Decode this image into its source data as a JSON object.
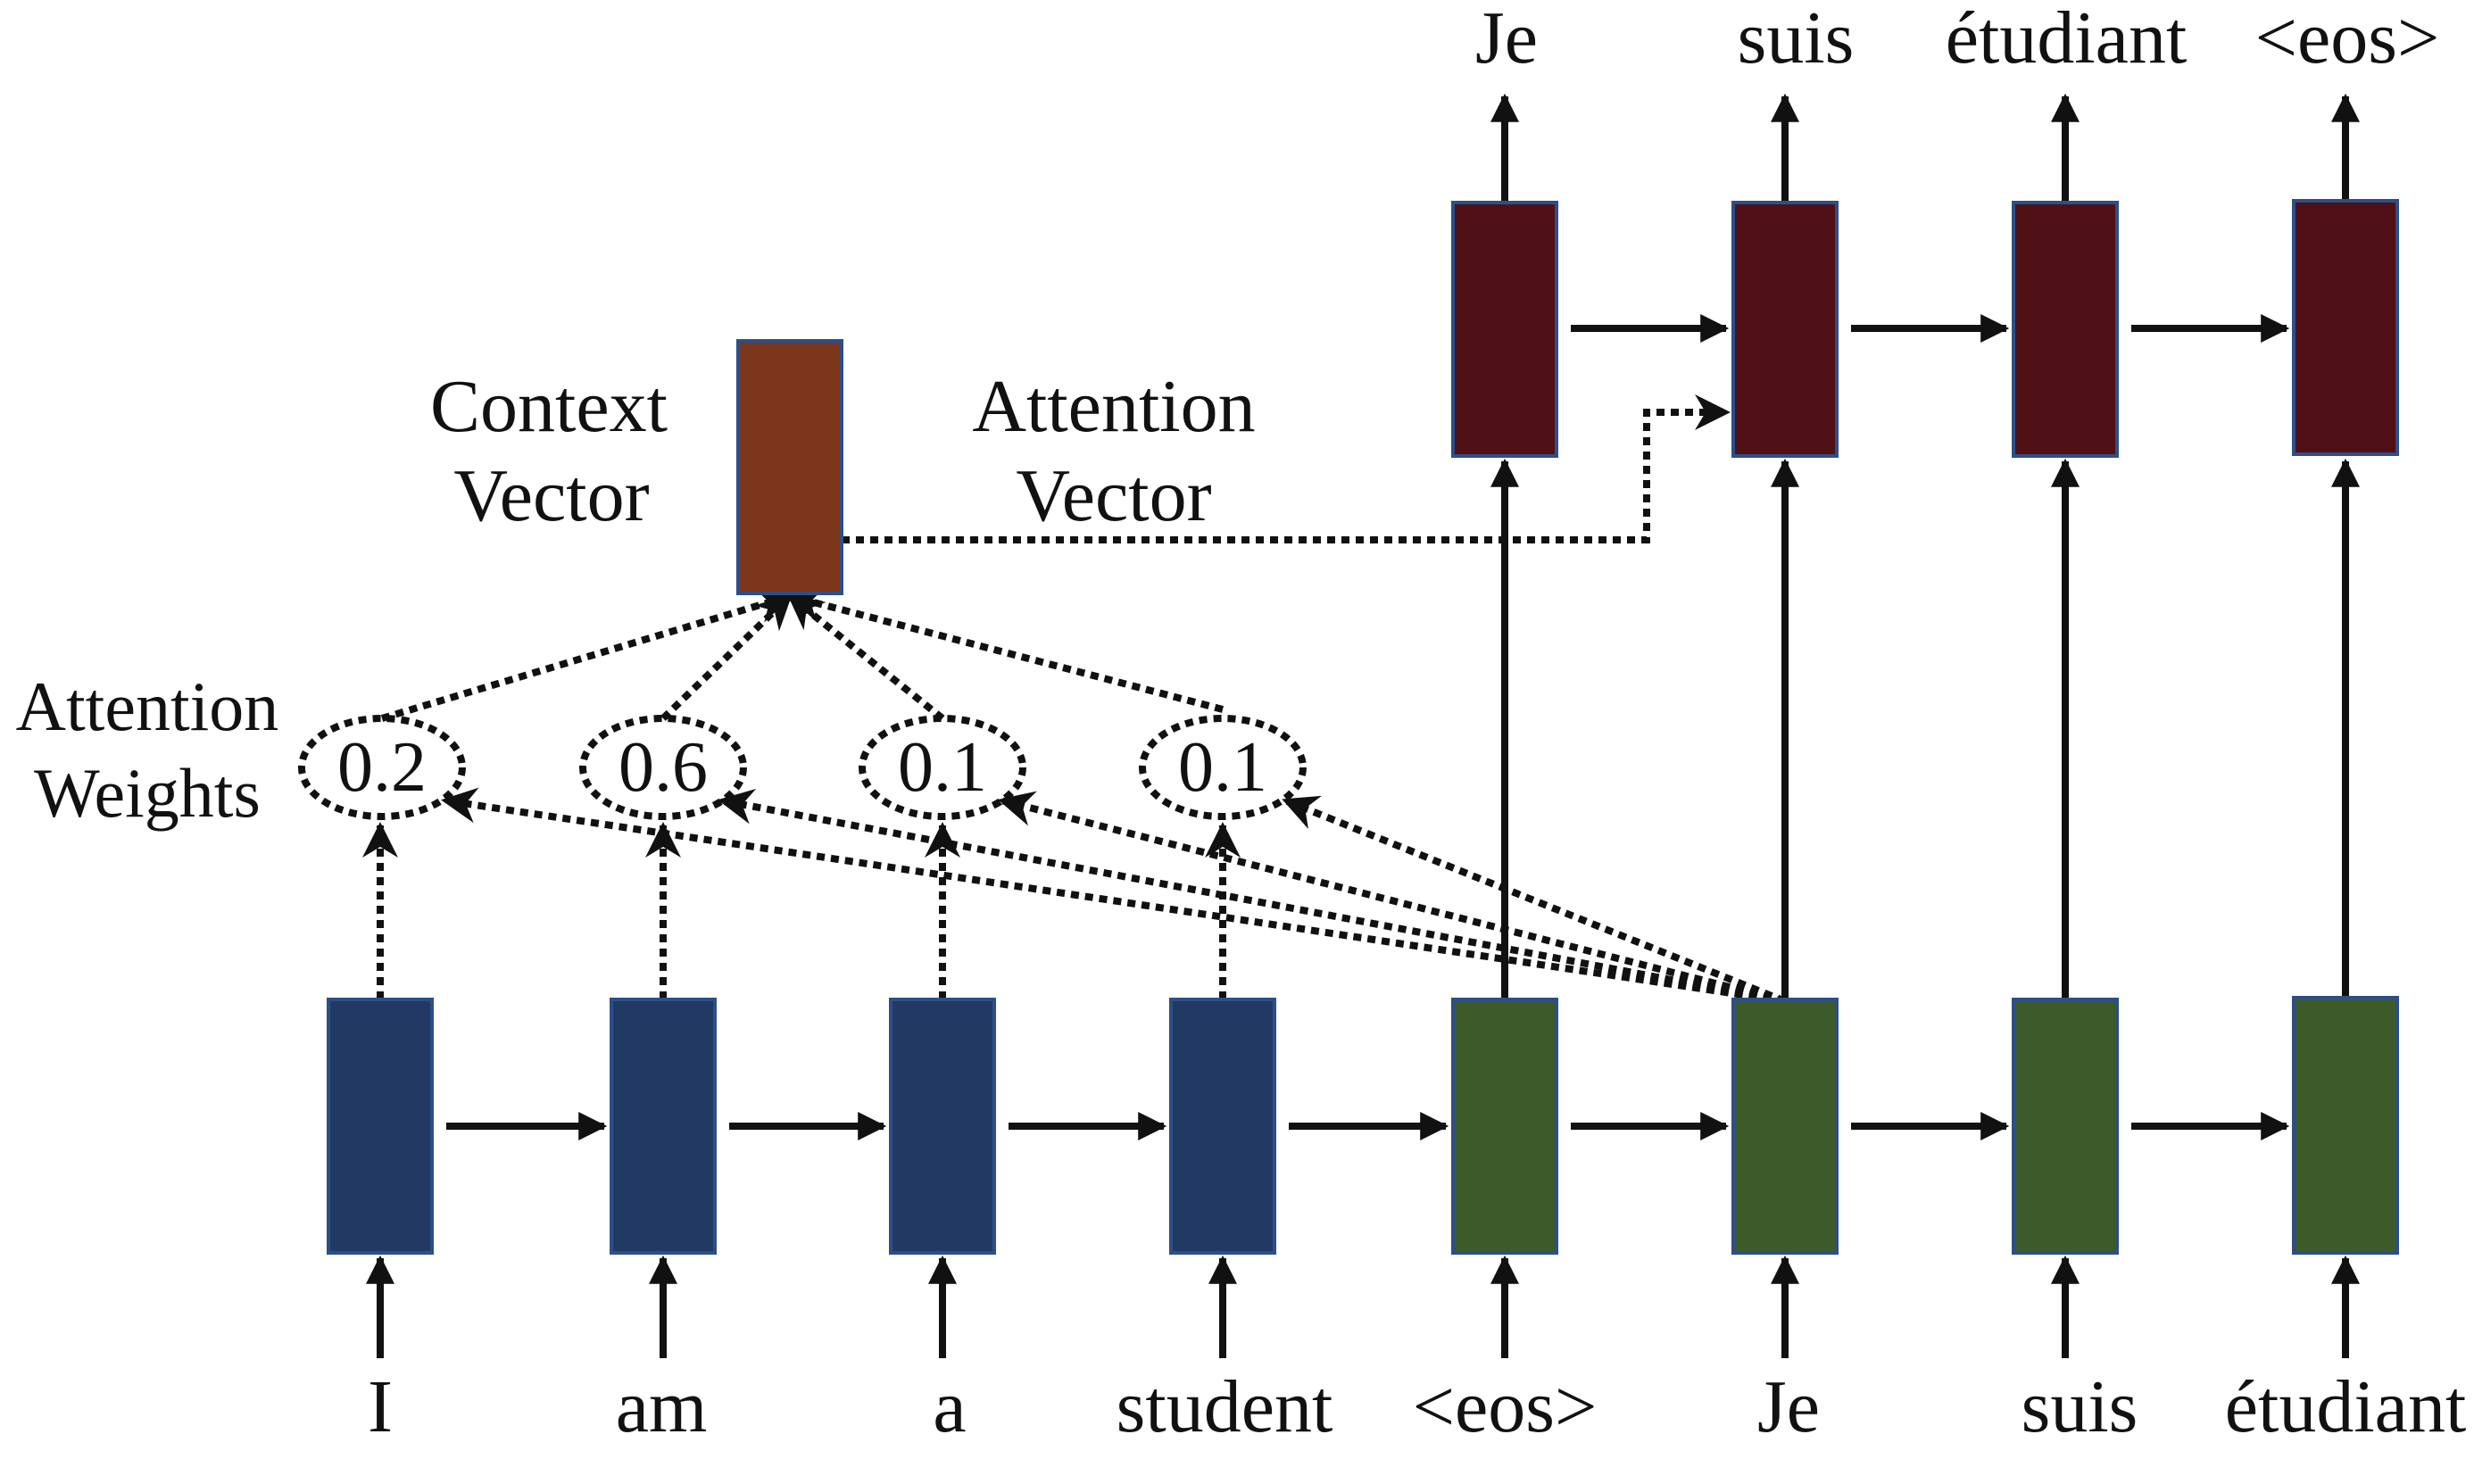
{
  "encoder": {
    "words": [
      "I",
      "am",
      "a",
      "student"
    ],
    "color": "#223a63"
  },
  "decoder": {
    "input_words": [
      "<eos>",
      "Je",
      "suis",
      "étudiant"
    ],
    "output_words": [
      "Je",
      "suis",
      "étudiant",
      "<eos>"
    ],
    "lower_color": "#3d5a2b",
    "upper_color": "#4f1116"
  },
  "context": {
    "label_line1": "Context",
    "label_line2": "Vector",
    "color": "#7b361c"
  },
  "attention_vector": {
    "label_line1": "Attention",
    "label_line2": "Vector"
  },
  "attention_weights": {
    "label_line1": "Attention",
    "label_line2": "Weights",
    "values": [
      "0.2",
      "0.6",
      "0.1",
      "0.1"
    ]
  },
  "colors": {
    "cell_border": "#2c4f88",
    "arrow": "#111111"
  }
}
